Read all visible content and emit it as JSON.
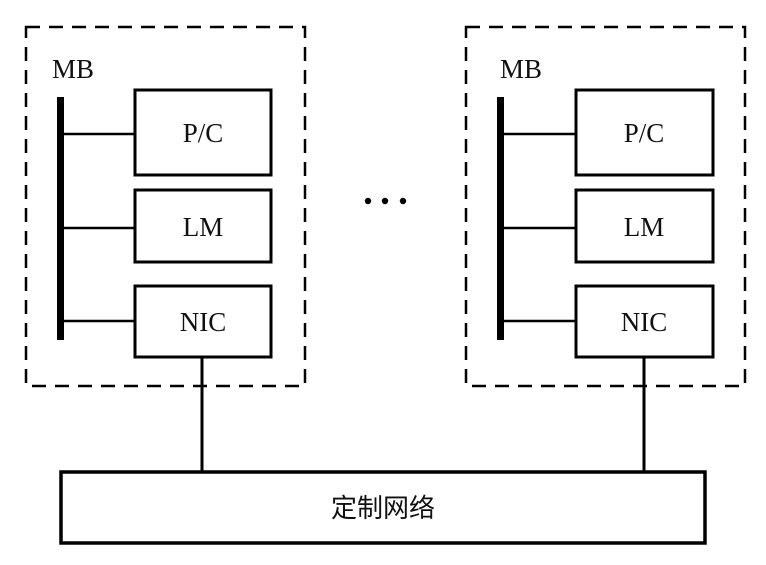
{
  "nodes": [
    {
      "label": "MB",
      "components": [
        "P/C",
        "LM",
        "NIC"
      ]
    },
    {
      "label": "MB",
      "components": [
        "P/C",
        "LM",
        "NIC"
      ]
    }
  ],
  "ellipsis": "…",
  "network": {
    "label": "定制网络"
  },
  "colors": {
    "stroke": "#000000",
    "background": "#ffffff"
  }
}
